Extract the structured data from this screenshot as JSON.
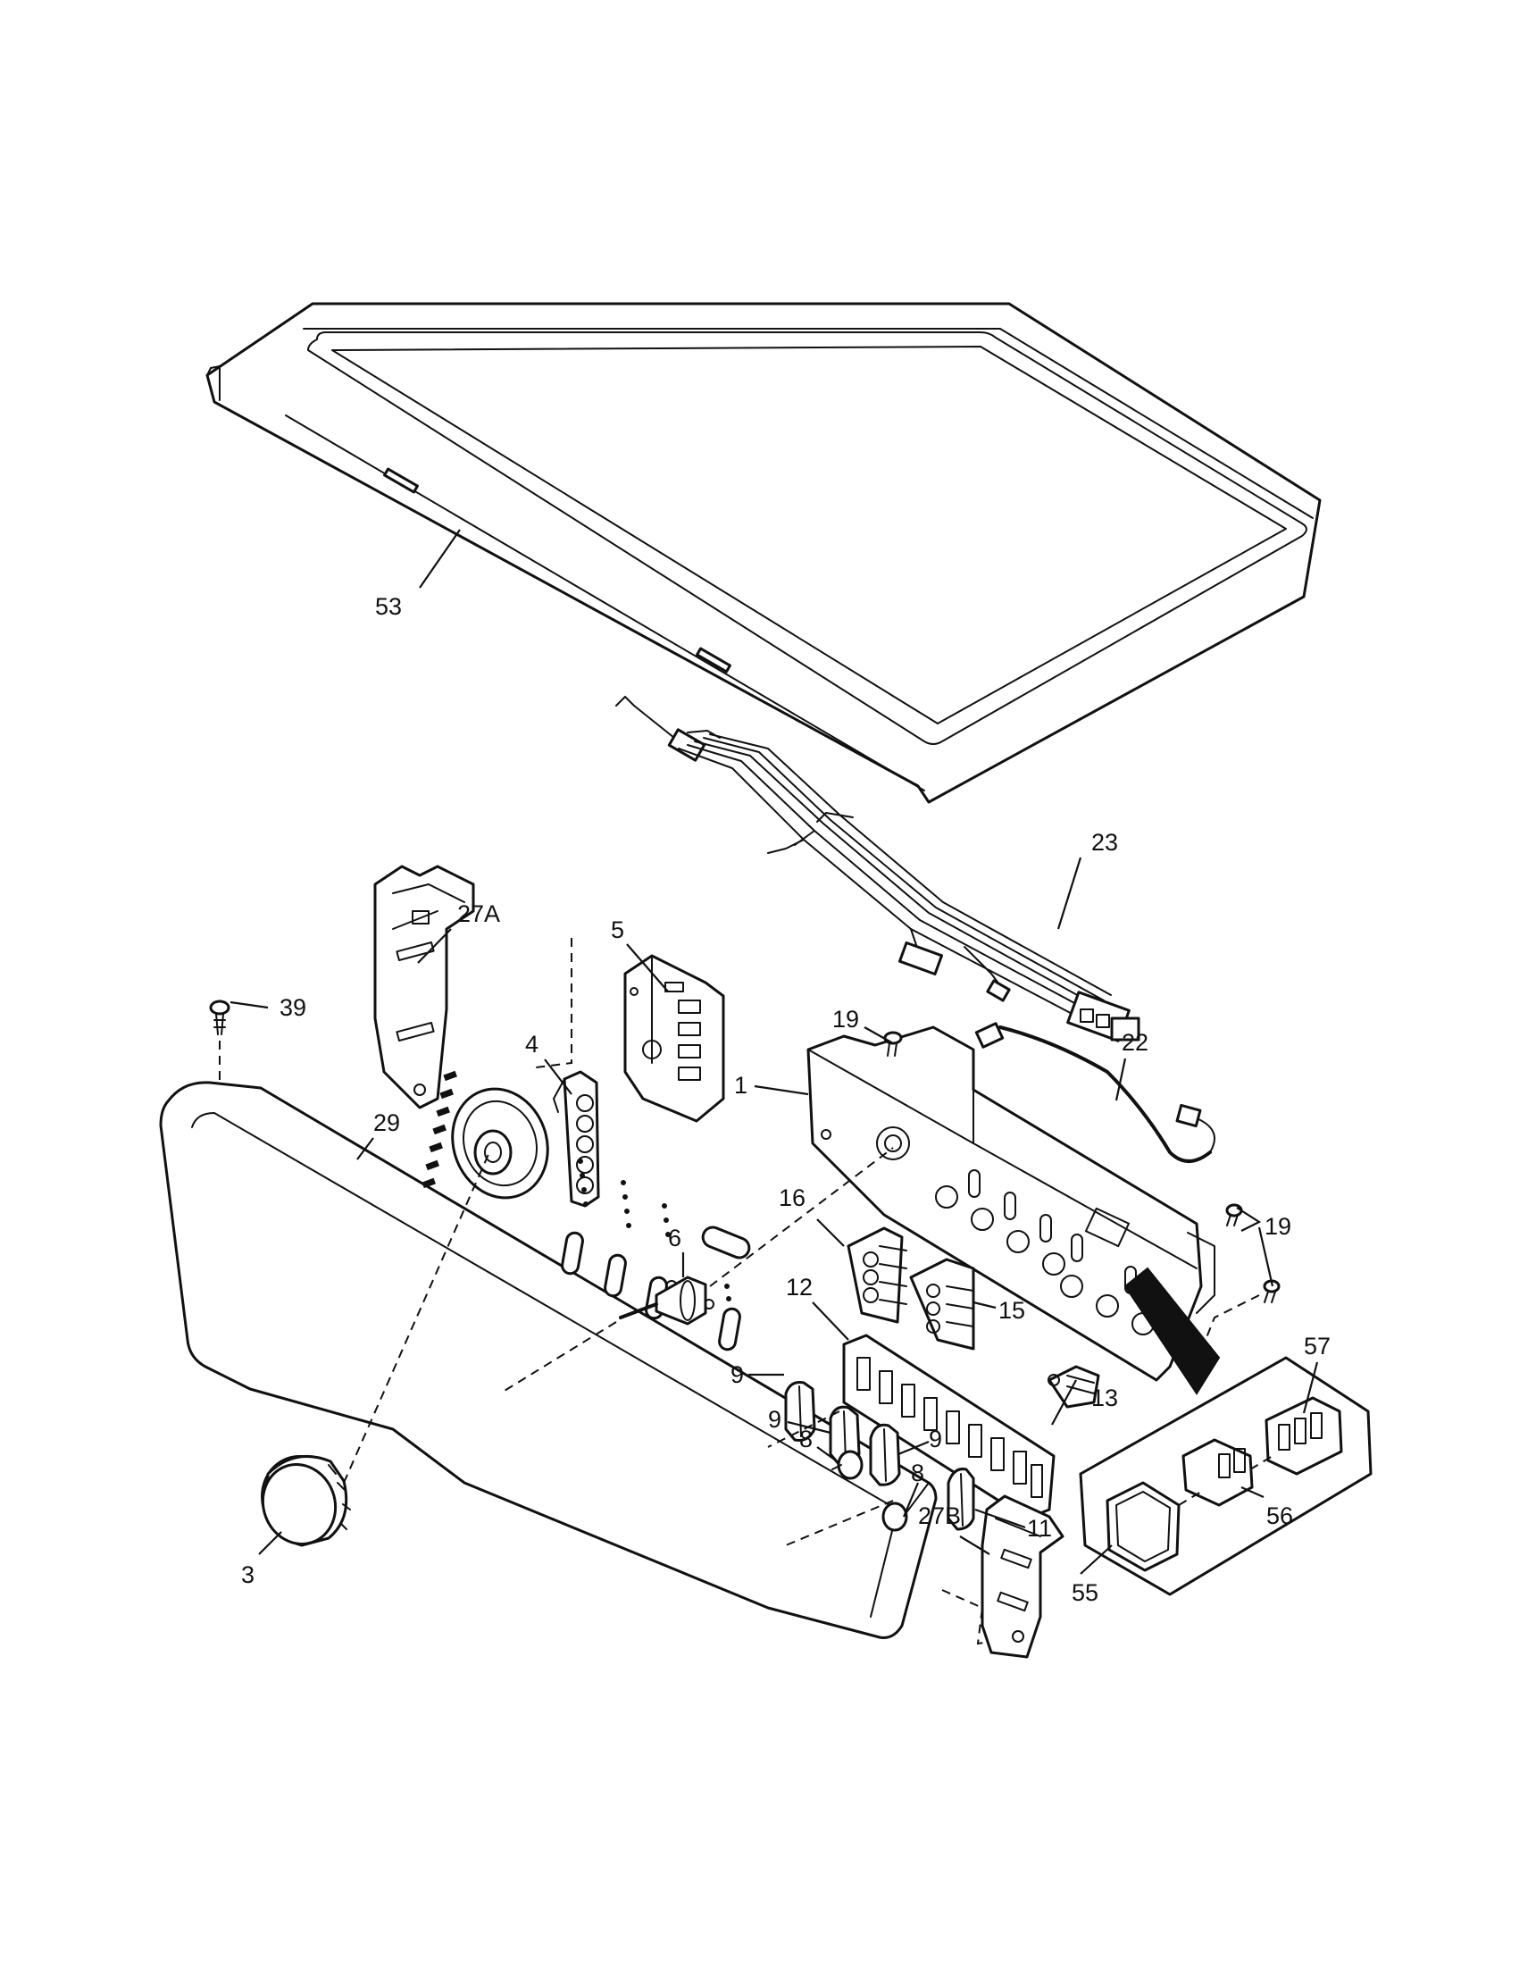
{
  "callouts": {
    "c53": "53",
    "c23": "23",
    "c27A": "27A",
    "c5": "5",
    "c19a": "19",
    "c22": "22",
    "c39": "39",
    "c4": "4",
    "c1": "1",
    "c29": "29",
    "c16": "16",
    "c19b": "19",
    "c6": "6",
    "c12": "12",
    "c15": "15",
    "c9a": "9",
    "c9b": "9",
    "c9c": "9",
    "c8a": "8",
    "c8b": "8",
    "c13": "13",
    "c11": "11",
    "c57": "57",
    "c56": "56",
    "c55": "55",
    "c27B": "27B",
    "c3": "3"
  }
}
